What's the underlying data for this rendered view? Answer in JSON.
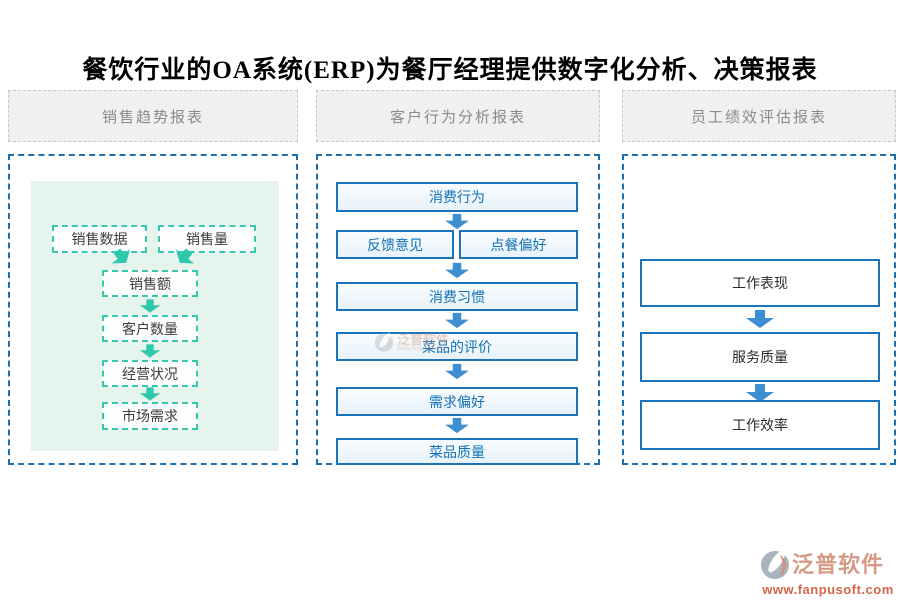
{
  "title": "餐饮行业的OA系统(ERP)为餐厅经理提供数字化分析、决策报表",
  "columns": [
    {
      "header": "销售趋势报表"
    },
    {
      "header": "客户行为分析报表"
    },
    {
      "header": "员工绩效评估报表"
    }
  ],
  "sales_flow": {
    "sources": [
      "销售数据",
      "销售量"
    ],
    "chain": [
      "销售额",
      "客户数量",
      "经营状况",
      "市场需求"
    ]
  },
  "customer_flow": {
    "top": "消费行为",
    "pair": [
      "反馈意见",
      "点餐偏好"
    ],
    "chain": [
      "消费习惯",
      "菜品的评价",
      "需求偏好",
      "菜品质量"
    ]
  },
  "staff_flow": {
    "chain": [
      "工作表现",
      "服务质量",
      "工作效率"
    ]
  },
  "footer": {
    "brand": "泛普软件",
    "url": "www.fanpusoft.com"
  },
  "colors": {
    "teal_accent": "#35c9ad",
    "mint_background": "#e6f4ee",
    "blue_border": "#1a74ba",
    "blue_fill": "#e8f2fa",
    "blue_text": "#1272b6",
    "container_dash_blue": "#1c6fb0",
    "header_background": "#f0f0f0",
    "header_text": "#8b8b8b",
    "brand_salmon": "#d49a86",
    "brand_url_orange": "#d4674a",
    "logo_gray": "#a9b4bd"
  }
}
